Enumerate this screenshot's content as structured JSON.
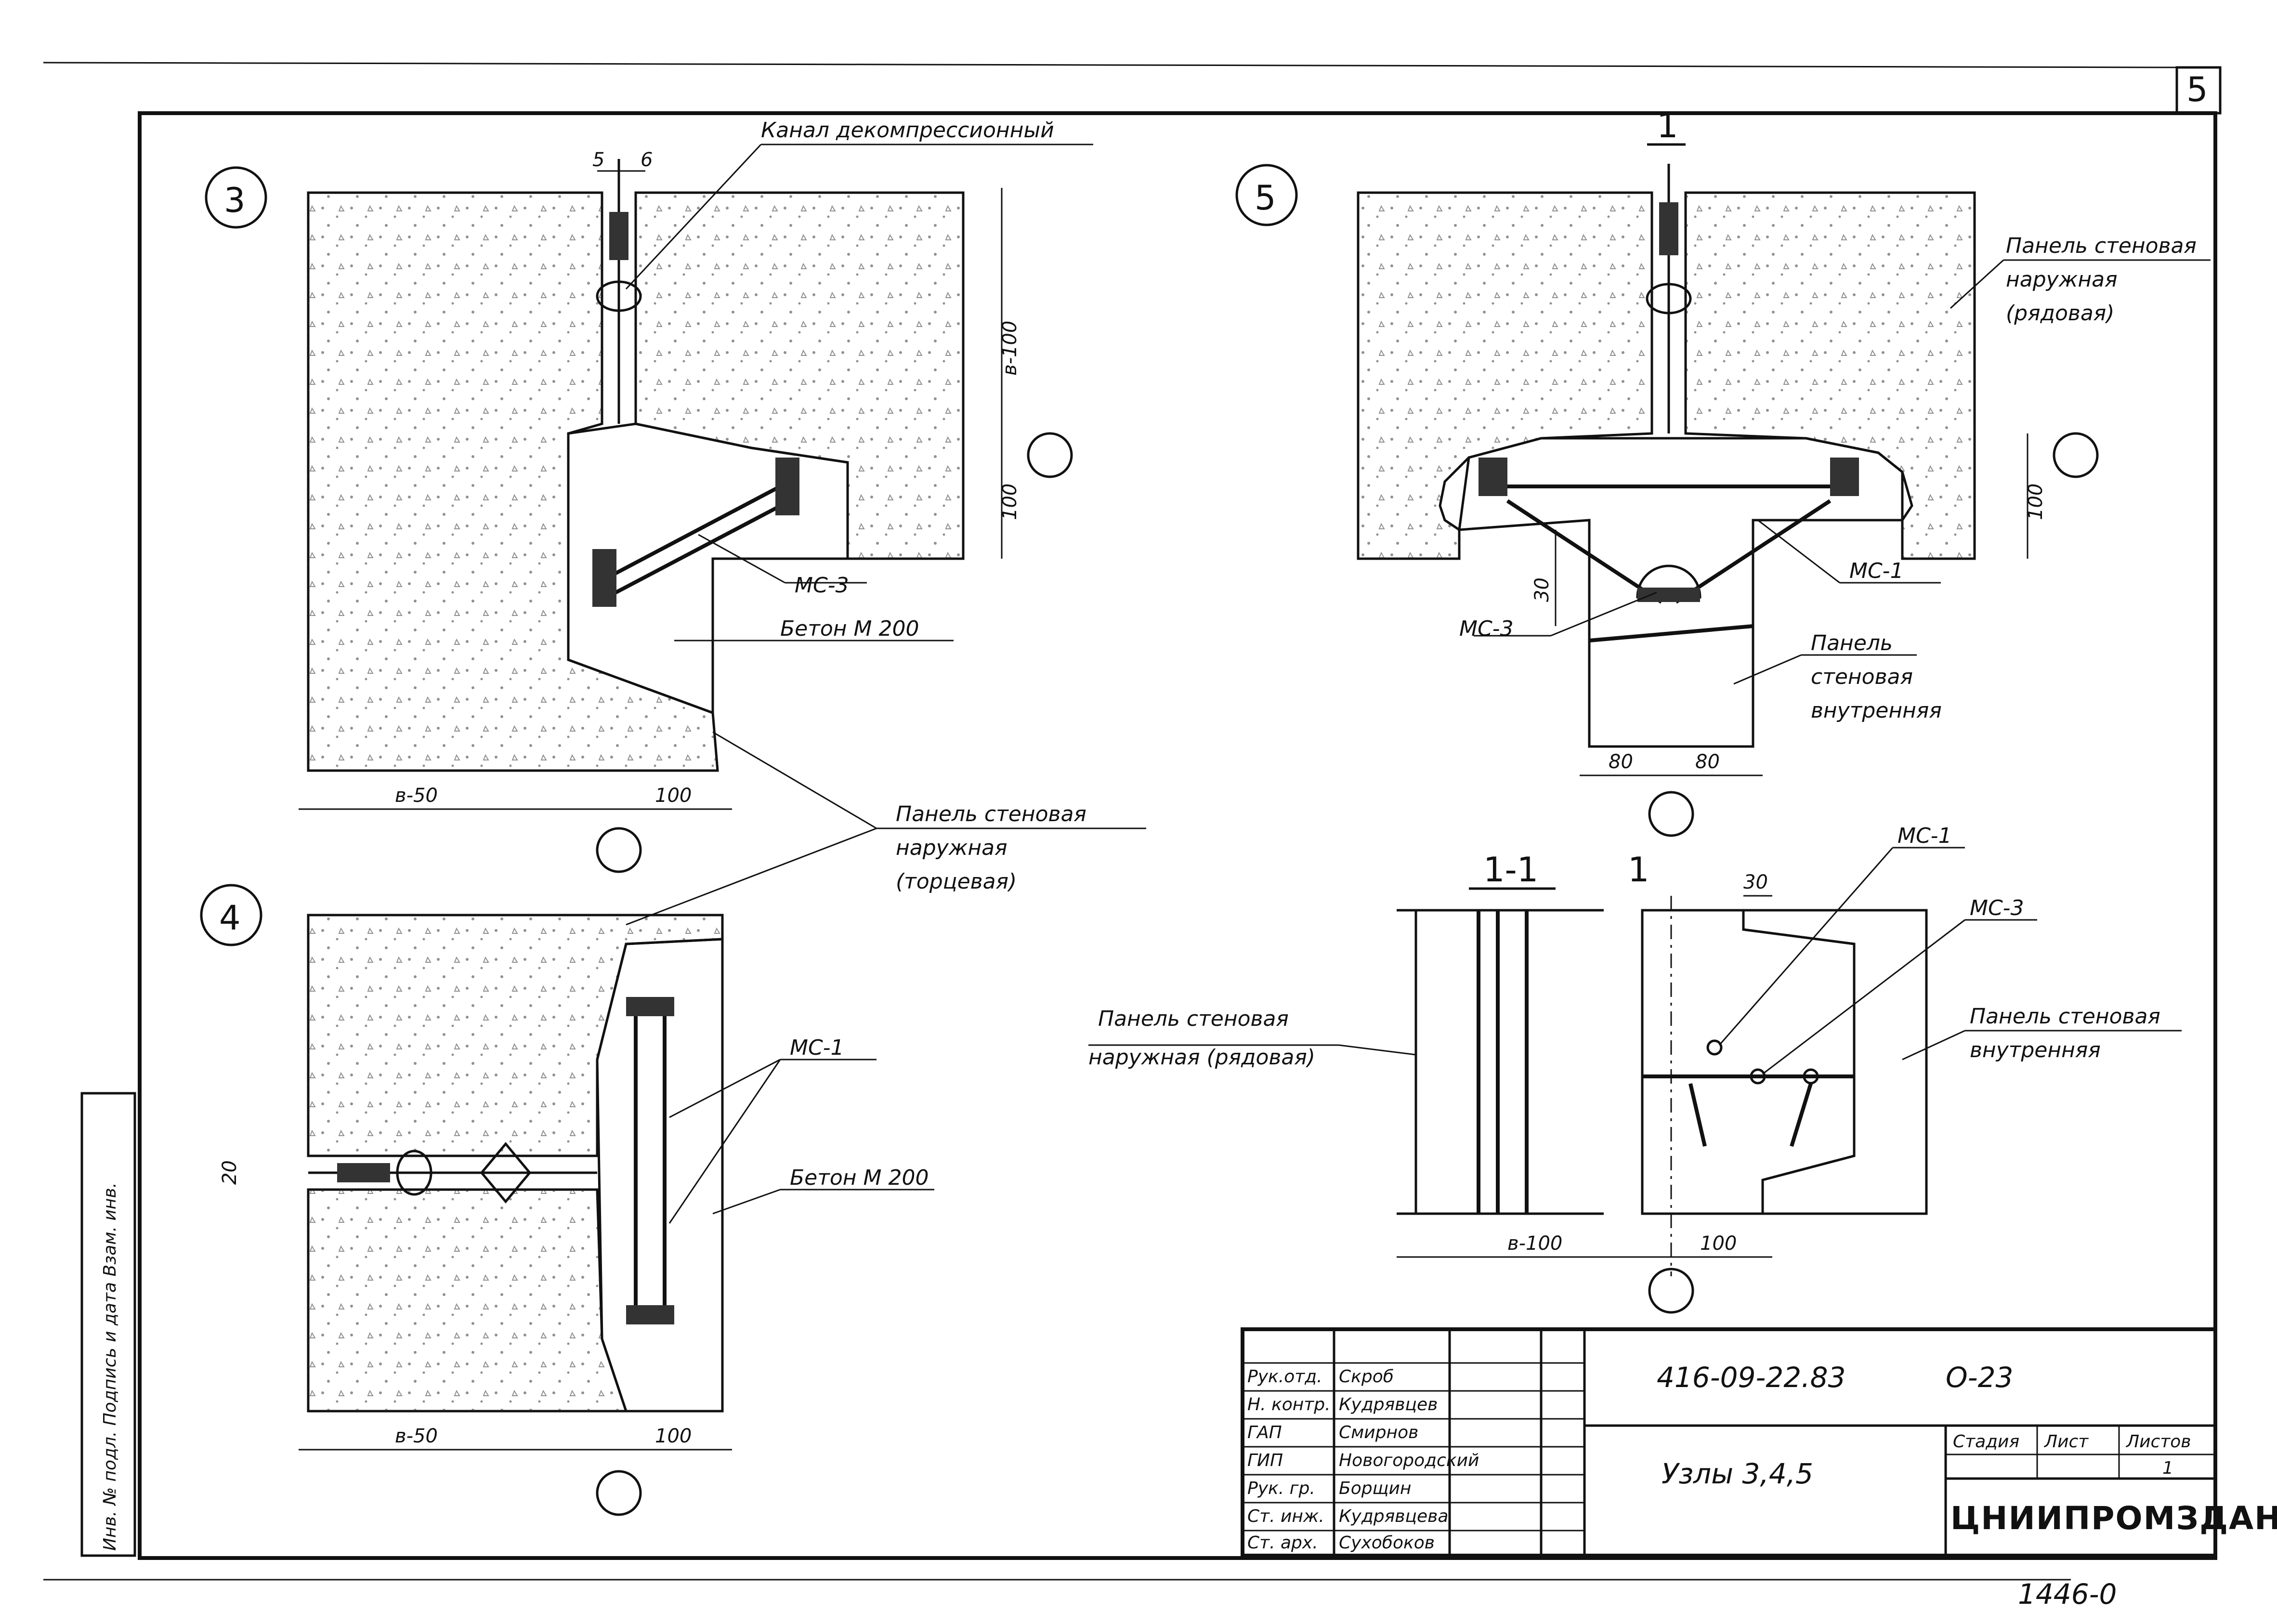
{
  "sheet": {
    "page_number": "5",
    "stamp_number": "1446-0",
    "side_stamp": "Инв. № подл.   Подпись и дата   Взам. инв."
  },
  "node3": {
    "number": "3",
    "callout_channel": "Канал декомпрессионный",
    "callout_ms3": "МС-3",
    "callout_concrete": "Бетон М 200",
    "dim_top_a": "5",
    "dim_top_b": "6",
    "dim_right_top": "в-100",
    "dim_right_bottom": "100",
    "dim_bottom_left": "в-50",
    "dim_bottom_right": "100"
  },
  "node4": {
    "number": "4",
    "callout_ms1": "МС-1",
    "callout_concrete": "Бетон М 200",
    "dim_left": "20",
    "dim_bottom_left": "в-50",
    "dim_bottom_right": "100"
  },
  "shared": {
    "panel_end_line1": "Панель стеновая",
    "panel_end_line2": "наружная",
    "panel_end_line3": "(торцевая)"
  },
  "node5": {
    "number": "5",
    "section_mark": "1",
    "panel_outer_line1": "Панель стеновая",
    "panel_outer_line2": "наружная",
    "panel_outer_line3": "(рядовая)",
    "callout_ms1": "МС-1",
    "callout_ms3": "МС-3",
    "panel_inner_line1": "Панель",
    "panel_inner_line2": "стеновая",
    "panel_inner_line3": "внутренняя",
    "dim_right": "100",
    "dim_left": "30",
    "dim_bottom_left": "80",
    "dim_bottom_right": "80"
  },
  "section11": {
    "title": "1-1",
    "section_mark": "1",
    "dim_top": "30",
    "callout_ms1": "МС-1",
    "callout_ms3": "МС-3",
    "panel_outer_line1": "Панель стеновая",
    "panel_outer_line2": "наружная (рядовая)",
    "panel_inner_line1": "Панель стеновая",
    "panel_inner_line2": "внутренняя",
    "dim_bottom_left": "в-100",
    "dim_bottom_right": "100"
  },
  "title_block": {
    "rows": [
      {
        "role": "Рук.отд.",
        "name": "Скроб"
      },
      {
        "role": "Н. контр.",
        "name": "Кудрявцев"
      },
      {
        "role": "ГАП",
        "name": "Смирнов"
      },
      {
        "role": "ГИП",
        "name": "Новогородский"
      },
      {
        "role": "Рук. гр.",
        "name": "Борщин"
      },
      {
        "role": "Ст. инж.",
        "name": "Кудрявцева"
      },
      {
        "role": "Ст. арх.",
        "name": "Сухобоков"
      }
    ],
    "doc_code": "416-09-22.83",
    "sheet_code": "О-23",
    "drawing_title": "Узлы 3,4,5",
    "col_stage": "Стадия",
    "col_sheet": "Лист",
    "col_sheets": "Листов",
    "sheet_value": "1",
    "organization": "ЦНИИПРОМЗДАНИЙ"
  },
  "colors": {
    "ink": "#111111",
    "paper": "#ffffff",
    "hatch": "#333333"
  }
}
